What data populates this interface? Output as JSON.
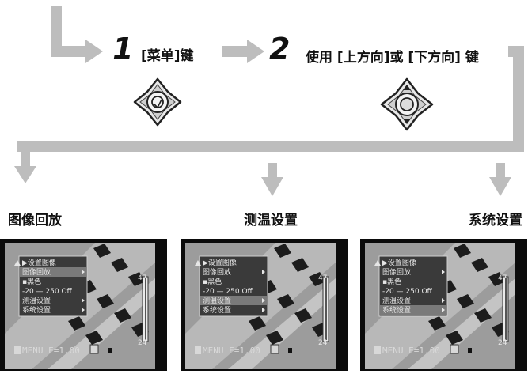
{
  "steps": [
    {
      "number": "1",
      "text": "[菜单]键"
    },
    {
      "number": "2",
      "text": "使用 [上方向]或 [下方向] 键"
    }
  ],
  "branches": [
    {
      "label": "图像回放",
      "highlight": 1
    },
    {
      "label": "测温设置",
      "highlight": 4
    },
    {
      "label": "系统设置",
      "highlight": 5
    }
  ],
  "menu_items": [
    "▶设置图像",
    "图像回放",
    "▪黑色",
    "-20 — 250   Off",
    "测温设置",
    "系统设置"
  ],
  "status_text": "MENU E=1.00",
  "colorbar_top": "47",
  "colorbar_bottom": "24"
}
